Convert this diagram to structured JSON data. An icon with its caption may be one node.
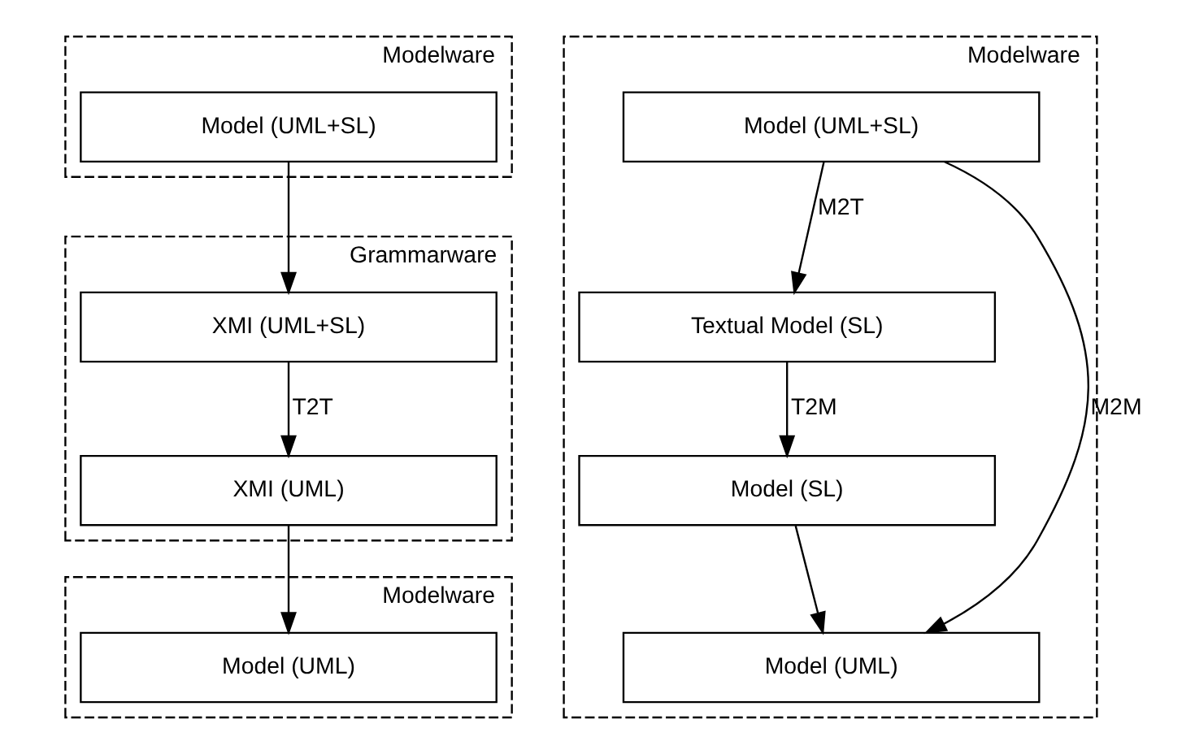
{
  "diagram": {
    "nodes": [
      {
        "text": [
          "Modelware"
        ]
      },
      {
        "text": [
          "Model (UML+SL)"
        ],
        "in": 0
      },
      {
        "text": [
          "Grammarware"
        ]
      },
      {
        "text": [
          "XMI (UML+SL)"
        ],
        "in": 2
      },
      {
        "text": [
          "XMI (UML)"
        ],
        "in": 2
      },
      {
        "text": [
          "Modelware"
        ]
      },
      {
        "text": [
          "Model (UML)"
        ],
        "in": 5
      },
      {
        "text": [
          "Modelware"
        ]
      },
      {
        "text": [
          "Model (UML+SL)"
        ],
        "in": 7
      },
      {
        "text": [
          "Textual Model (SL)"
        ],
        "in": 7
      },
      {
        "text": [
          "Model (SL)"
        ],
        "in": 7
      },
      {
        "text": [
          "Model (UML)"
        ],
        "in": 7
      }
    ],
    "edges": [
      {
        "from": 1,
        "to": 3,
        "arrow": "to"
      },
      {
        "from": 3,
        "to": 4,
        "arrow": "to",
        "label": "T2T"
      },
      {
        "from": 4,
        "to": 6,
        "arrow": "to"
      },
      {
        "from": 8,
        "to": 9,
        "arrow": "to",
        "label": "M2T"
      },
      {
        "from": 9,
        "to": 10,
        "arrow": "to",
        "label": "T2M"
      },
      {
        "from": 8,
        "to": 11,
        "arrow": "to",
        "label": "M2M"
      },
      {
        "from": 10,
        "to": 11,
        "arrow": "to"
      }
    ]
  }
}
